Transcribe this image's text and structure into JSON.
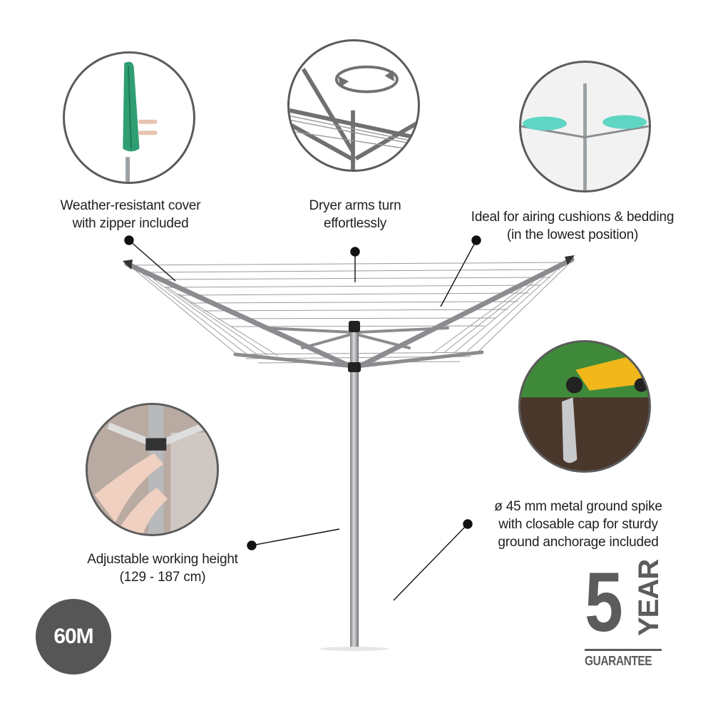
{
  "features": {
    "cover": {
      "line1": "Weather-resistant cover",
      "line2": "with zipper included",
      "icon": "cover-bag-icon"
    },
    "arms": {
      "line1": "Dryer arms turn",
      "line2": "effortlessly",
      "icon": "rotate-arrows-icon"
    },
    "airing": {
      "line1": "Ideal for airing cushions & bedding",
      "line2": "(in the lowest position)",
      "icon": "cushions-icon"
    },
    "height": {
      "line1": "Adjustable working height",
      "line2": "(129 - 187 cm)",
      "icon": "height-adjust-icon"
    },
    "spike": {
      "line1": "ø 45 mm metal ground spike",
      "line2": "with closable cap for sturdy",
      "line3": "ground anchorage included",
      "icon": "ground-spike-icon"
    }
  },
  "badge": {
    "text": "60M"
  },
  "guarantee": {
    "number": "5",
    "word": "YEAR",
    "label": "GUARANTEE"
  },
  "colors": {
    "text": "#1f1f1f",
    "outline": "#5b5b5b",
    "badge": "#575656",
    "cover_green": "#2f9e72",
    "cushion_teal": "#5fd6c4"
  }
}
